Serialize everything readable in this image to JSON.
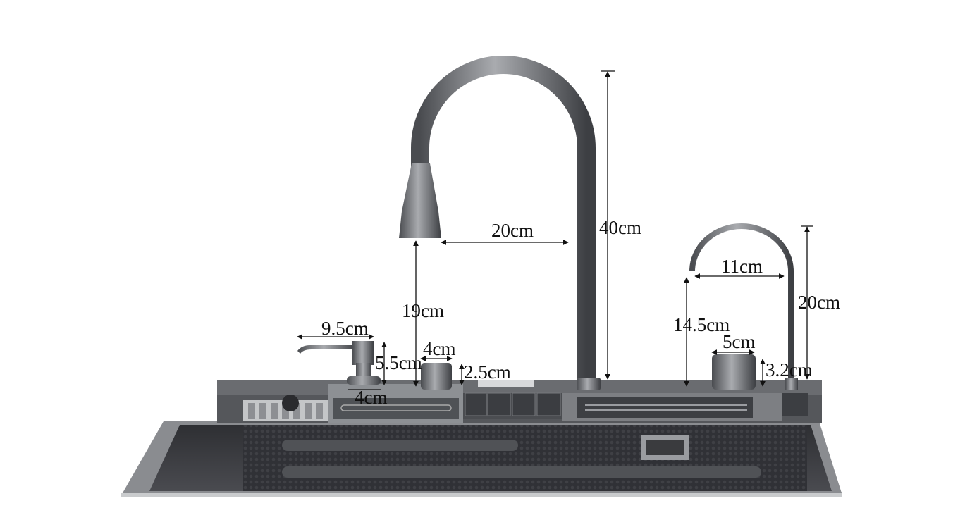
{
  "dimensions": {
    "main_faucet_reach": "20cm",
    "main_faucet_height": "40cm",
    "main_spout_clearance": "19cm",
    "soap_dispenser_reach": "9.5cm",
    "soap_dispenser_height": "5.5cm",
    "soap_dispenser_base": "4cm",
    "left_knob_diameter": "4cm",
    "left_knob_height": "2.5cm",
    "small_faucet_reach": "11cm",
    "small_faucet_height": "20cm",
    "small_faucet_clearance": "14.5cm",
    "right_knob_diameter": "5cm",
    "right_knob_height": "3.2cm"
  },
  "colors": {
    "metal": "#6b6d70",
    "dark": "#3a3b3e",
    "deck": "#55575b",
    "line": "#111111"
  }
}
